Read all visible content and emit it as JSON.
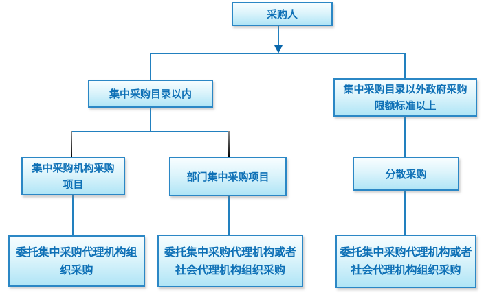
{
  "diagram": {
    "type": "flowchart",
    "colors": {
      "box_border": "#2b87c5",
      "box_fill_top": "#f7fdff",
      "box_fill_bottom": "#b0e5f6",
      "box_text": "#0e70b6",
      "connector_blue": "#2280bf",
      "connector_dark": "#000000",
      "background": "#ffffff"
    },
    "nodes": [
      {
        "id": "purchaser",
        "label": "采购人"
      },
      {
        "id": "within-catalog",
        "label": "集中采购目录以内"
      },
      {
        "id": "outside-catalog",
        "label": "集中采购目录以外政府采购\n限额标准以上"
      },
      {
        "id": "central-agency-projects",
        "label": "集中采购机构采购\n项目"
      },
      {
        "id": "department-projects",
        "label": "部门集中采购项目"
      },
      {
        "id": "decentralized-procurement",
        "label": "分散采购"
      },
      {
        "id": "entrust-central-agency",
        "label": "委托集中采购代理机构组\n织采购"
      },
      {
        "id": "entrust-central-or-social-1",
        "label": "委托集中采购代理机构或者\n社会代理机构组织采购"
      },
      {
        "id": "entrust-central-or-social-2",
        "label": "委托集中采购代理机构或者\n社会代理机构组织采购"
      }
    ]
  }
}
